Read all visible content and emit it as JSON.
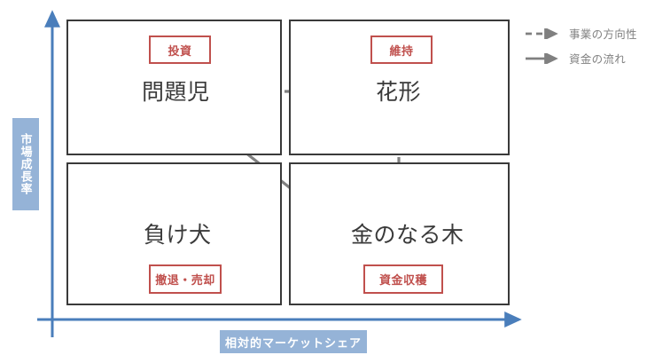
{
  "diagram": {
    "type": "bcg-growth-share-matrix",
    "axes": {
      "y_label": "市場成長率",
      "x_label": "相対的マーケットシェア",
      "axis_color": "#4a7ebb",
      "chip_color": "#95b3d7"
    },
    "quadrants": [
      {
        "key": "question-mark",
        "position": "top-left",
        "title": "問題児",
        "tag": "投資"
      },
      {
        "key": "star",
        "position": "top-right",
        "title": "花形",
        "tag": "維持"
      },
      {
        "key": "dog",
        "position": "bottom-left",
        "title": "負け犬",
        "tag": "撤退・売却"
      },
      {
        "key": "cash-cow",
        "position": "bottom-right",
        "title": "金のなる木",
        "tag": "資金収穫"
      }
    ],
    "tag_color": "#c0504d",
    "title_color": "#3a3a3a",
    "box_border_color": "#3a3a3a",
    "arrow_color": "#808080",
    "arrows": [
      {
        "name": "question-to-star",
        "style": "dashed",
        "meaning": "事業の方向性",
        "from": "問題児",
        "to": "花形"
      },
      {
        "name": "star-to-cash-cow",
        "style": "dashed",
        "meaning": "事業の方向性",
        "from": "花形",
        "to": "金のなる木"
      },
      {
        "name": "cash-cow-to-question",
        "style": "solid",
        "meaning": "資金の流れ",
        "from": "金のなる木",
        "to": "問題児"
      }
    ]
  },
  "legend": {
    "items": [
      {
        "label": "事業の方向性",
        "style": "dashed"
      },
      {
        "label": "資金の流れ",
        "style": "solid"
      }
    ]
  }
}
